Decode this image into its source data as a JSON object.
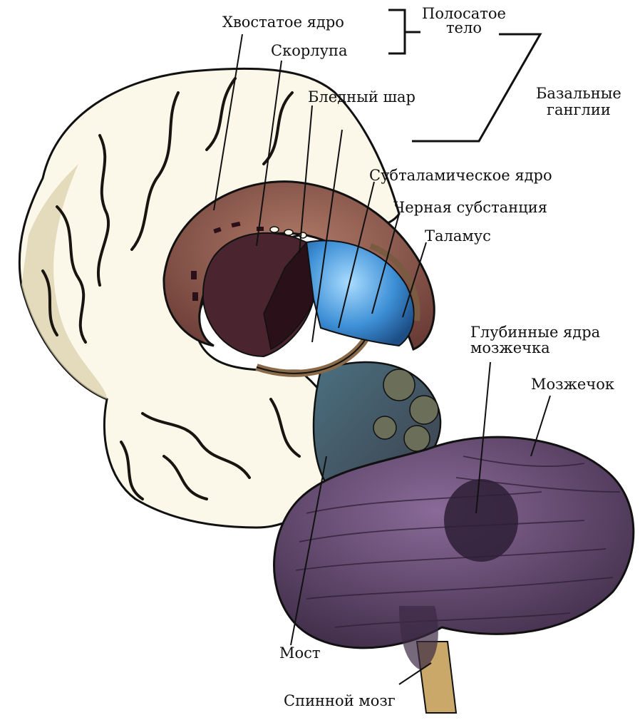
{
  "labels": {
    "caudate_nucleus": "Хвостатое ядро",
    "putamen": "Скорлупа",
    "globus_pallidus": "Бледный шар",
    "striatum": "Полосатое\nтело",
    "basal_ganglia": "Базальные\nганглии",
    "subthalamic_nucleus": "Субталамическое ядро",
    "substantia_nigra": "Черная субстанция",
    "thalamus": "Таламус",
    "deep_cerebellar_nuclei": "Глубинные ядра\nмозжечка",
    "cerebellum": "Мозжечок",
    "pons": "Мост",
    "spinal_cord": "Спинной мозг"
  },
  "colors": {
    "cortex": "#fbf8ea",
    "cortex_shade": "#d9cfa8",
    "sulcus": "#1a1410",
    "caudate": "#8a5548",
    "putamen": "#4a2530",
    "thalamus": "#3d8fd6",
    "brainstem": "#5f6670",
    "cerebellum": "#6e4f78",
    "cerebellum_dark": "#2e1f35",
    "spinal": "#c9a86a",
    "line": "#111111"
  }
}
